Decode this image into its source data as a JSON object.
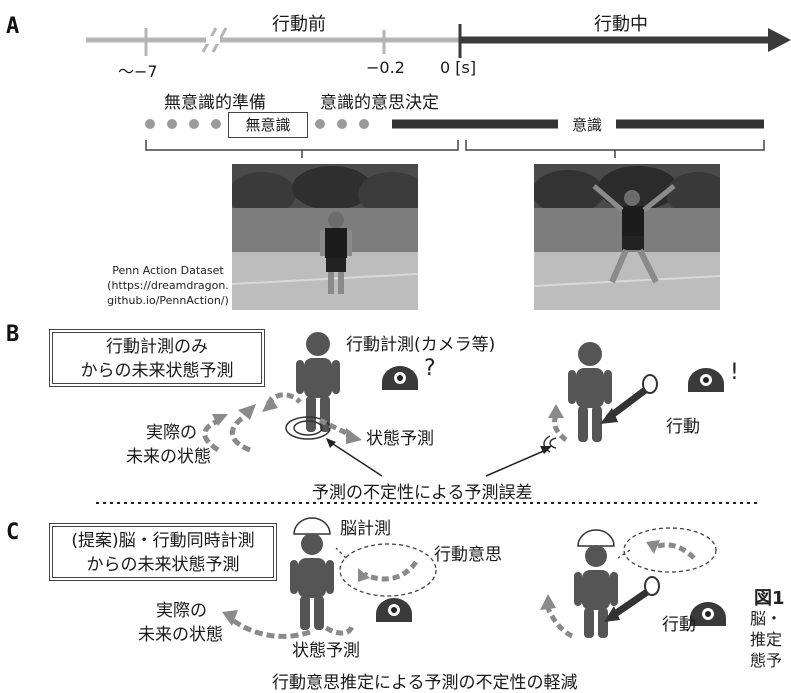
{
  "panel_a": {
    "letter": "A",
    "before_label": "行動前",
    "during_label": "行動中",
    "tick_start": "〜−7",
    "tick_mid": "−0.2",
    "tick_zero": "0 [s]",
    "unconscious_prep": "無意識的準備",
    "conscious_decision": "意識的意思決定",
    "unconscious_box": "無意識",
    "conscious_box": "意識",
    "credit_line1": "Penn Action Dataset",
    "credit_line2": "(https://dreamdragon.",
    "credit_line3": "github.io/PennAction/)"
  },
  "panel_b": {
    "letter": "B",
    "box_line1": "行動計測のみ",
    "box_line2": "からの未来状態予測",
    "camera_label": "行動計測(カメラ等)",
    "question_mark": "?",
    "exclaim_mark": "!",
    "actual_line1": "実際の",
    "actual_line2": "未来の状態",
    "state_pred": "状態予測",
    "action_label": "行動",
    "error_label": "予測の不定性による予測誤差"
  },
  "panel_c": {
    "letter": "C",
    "box_line1": "(提案)脳・行動同時計測",
    "box_line2": "からの未来状態予測",
    "brain_label": "脳計測",
    "intention_label": "行動意思",
    "actual_line1": "実際の",
    "actual_line2": "未来の状態",
    "state_pred": "状態予測",
    "action_label": "行動",
    "reduction_label": "行動意思推定による予測の不定性の軽減"
  },
  "caption": {
    "fig_label": "図1",
    "line1": "脳・",
    "line2": "推定",
    "line3": "態予"
  },
  "colors": {
    "timeline_before": "#b5b5b5",
    "timeline_during": "#3a3a3a",
    "dashed_arrow": "#8a8a8a",
    "figure": "#555555"
  }
}
